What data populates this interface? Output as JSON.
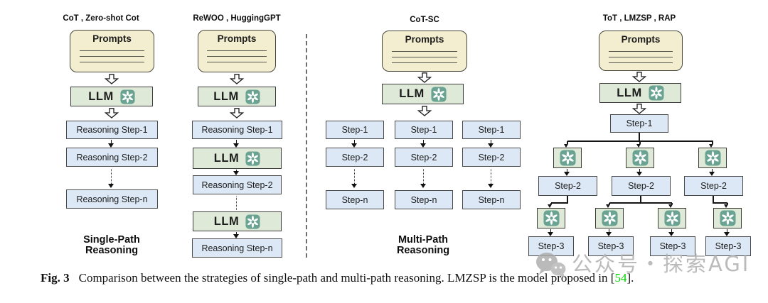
{
  "figure": {
    "col1": {
      "header": "CoT , Zero-shot Cot",
      "prompts": "Prompts",
      "llm": "LLM",
      "steps": [
        "Reasoning Step-1",
        "Reasoning Step-2",
        "Reasoning Step-n"
      ],
      "footer": "Single-Path\nReasoning"
    },
    "col2": {
      "header": "ReWOO , HuggingGPT",
      "prompts": "Prompts",
      "llm": "LLM",
      "steps": [
        "Reasoning Step-1",
        "Reasoning Step-2",
        "Reasoning Step-n"
      ]
    },
    "col3": {
      "header": "CoT-SC",
      "prompts": "Prompts",
      "llm": "LLM",
      "steps": [
        "Step-1",
        "Step-2",
        "Step-n"
      ],
      "footer": "Multi-Path\nReasoning"
    },
    "col4": {
      "header": "ToT , LMZSP , RAP",
      "prompts": "Prompts",
      "llm": "LLM",
      "step1": "Step-1",
      "row2": [
        "Step-2",
        "Step-2",
        "Step-2"
      ],
      "row3": [
        "Step-3",
        "Step-3",
        "Step-3",
        "Step-3"
      ]
    }
  },
  "caption": {
    "tag": "Fig. 3",
    "body": "Comparison between the strategies of single-path and multi-path reasoning. LMZSP is the model proposed in [",
    "ref": "54",
    "tail": "]."
  },
  "watermark": {
    "text": "公众号・探索AGI"
  },
  "colors": {
    "prompts_fill": "#f3eecf",
    "llm_fill": "#dfe9d8",
    "step_fill": "#dce8f5",
    "logo_teal": "#6aa392",
    "ref_green": "#00d400",
    "divider_gray": "#6e6e6e",
    "watermark_gray": "#b2b2b2"
  }
}
